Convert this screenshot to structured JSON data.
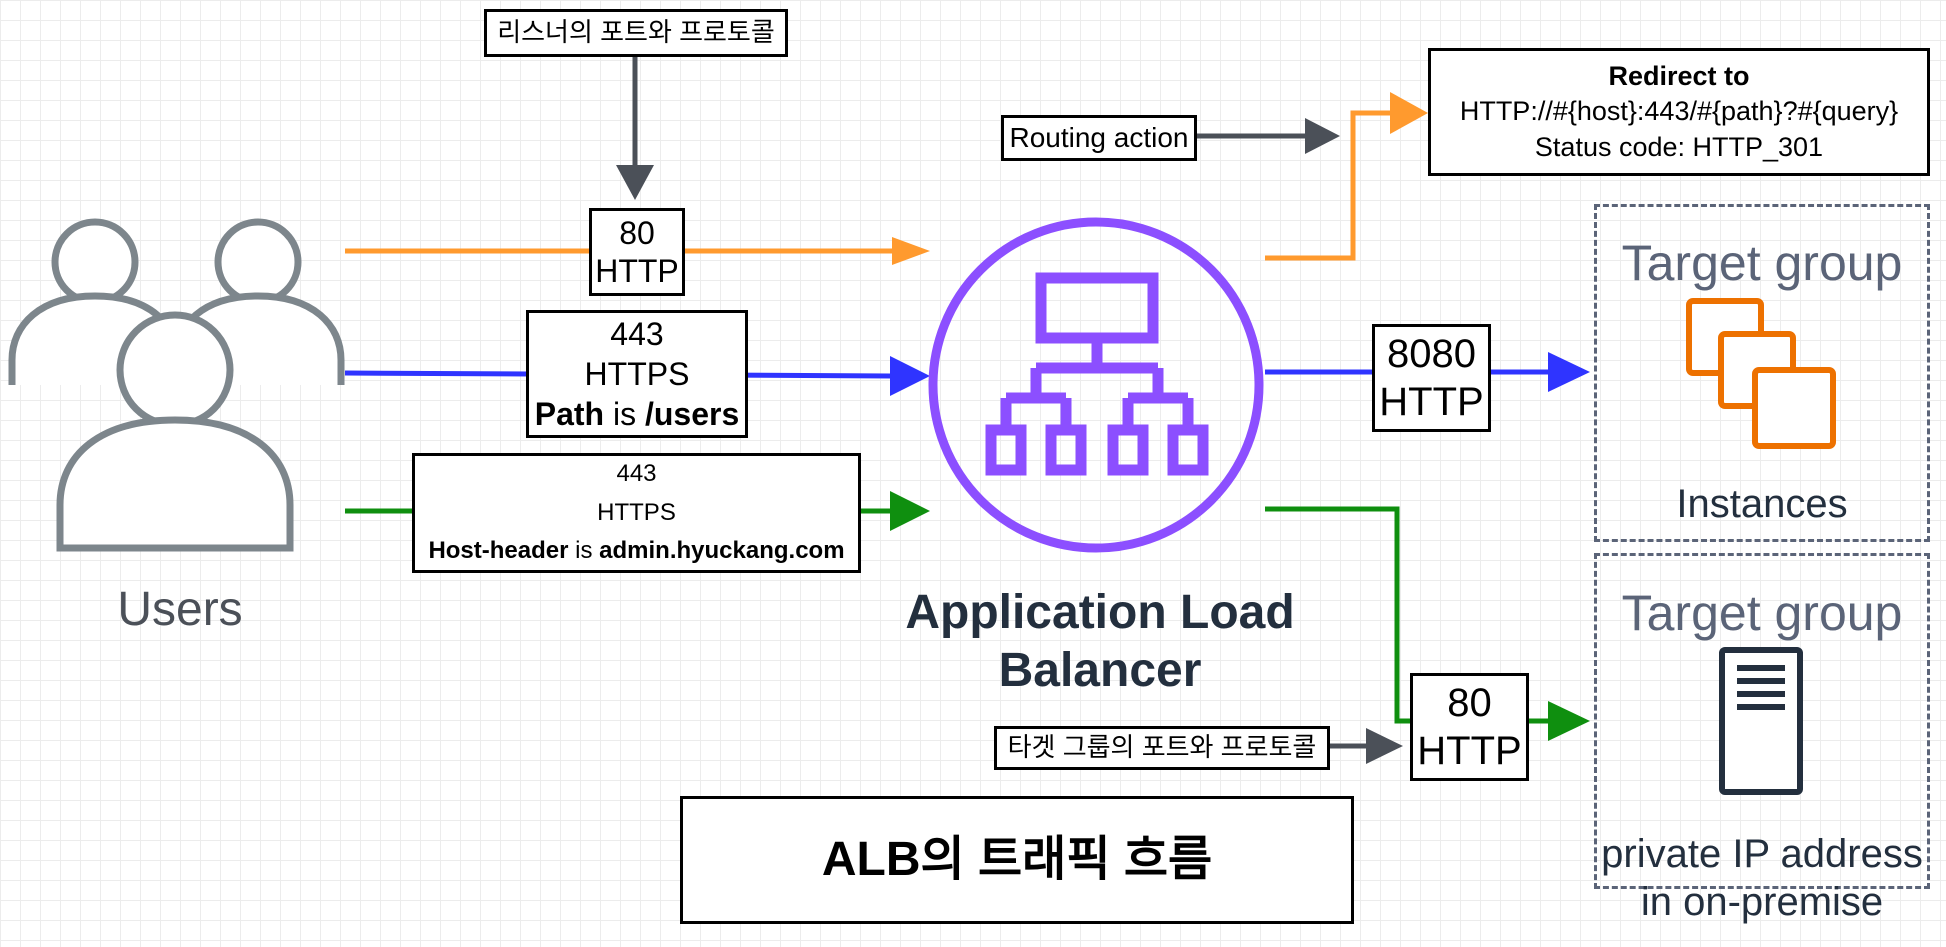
{
  "users": {
    "label": "Users"
  },
  "listener_note": "리스너의 포트와 프로토콜",
  "listener_http": {
    "port": "80",
    "protocol": "HTTP"
  },
  "listener_path": {
    "port": "443",
    "protocol": "HTTPS",
    "cond_key": "Path",
    "cond_is": "is",
    "cond_value": "/users"
  },
  "listener_host": {
    "port": "443",
    "protocol": "HTTPS",
    "cond_key": "Host-header",
    "cond_is": "is",
    "cond_value": "admin.hyuckang.com"
  },
  "alb": {
    "line1": "Application Load",
    "line2": "Balancer"
  },
  "routing_action": "Routing action",
  "redirect": {
    "title": "Redirect to",
    "url": "HTTP://#{host}:443/#{path}?#{query}",
    "status": "Status code: HTTP_301"
  },
  "tg_instances": {
    "title": "Target group",
    "label": "Instances",
    "port": "8080",
    "protocol": "HTTP"
  },
  "tg_onprem": {
    "title": "Target group",
    "label1": "private IP address",
    "label2": "in on-premise",
    "port": "80",
    "protocol": "HTTP"
  },
  "tg_note": "타겟 그룹의 포트와 프로토콜",
  "caption": "ALB의 트래픽 흐름",
  "colors": {
    "orange": "#ff9a2e",
    "blue": "#2f34ff",
    "green": "#0f8f0f",
    "purple": "#8c4fff",
    "gray": "#4b5058",
    "user_gray": "#7d868c",
    "instance_orange": "#ed7100",
    "tg_text": "#5b6478"
  },
  "icons": [
    "users-icon",
    "alb-icon",
    "ec2-instances-icon",
    "server-icon"
  ]
}
